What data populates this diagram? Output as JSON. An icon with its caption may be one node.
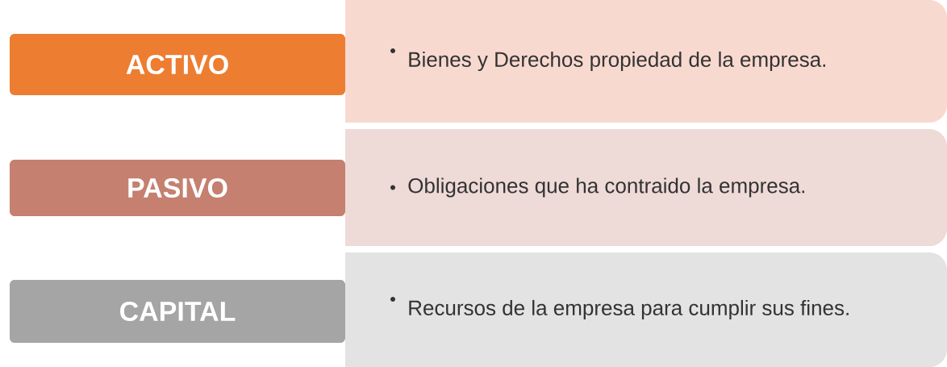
{
  "diagram": {
    "nodes": [
      {
        "text": [
          "ACTIVO"
        ]
      },
      {
        "text": [
          "Bienes y Derechos propiedad de la empresa."
        ]
      },
      {
        "text": [
          "PASIVO"
        ]
      },
      {
        "text": [
          "Obligaciones que ha contraido la empresa."
        ]
      },
      {
        "text": [
          "CAPITAL"
        ]
      },
      {
        "text": [
          "Recursos de la empresa para cumplir sus fines."
        ]
      }
    ]
  }
}
